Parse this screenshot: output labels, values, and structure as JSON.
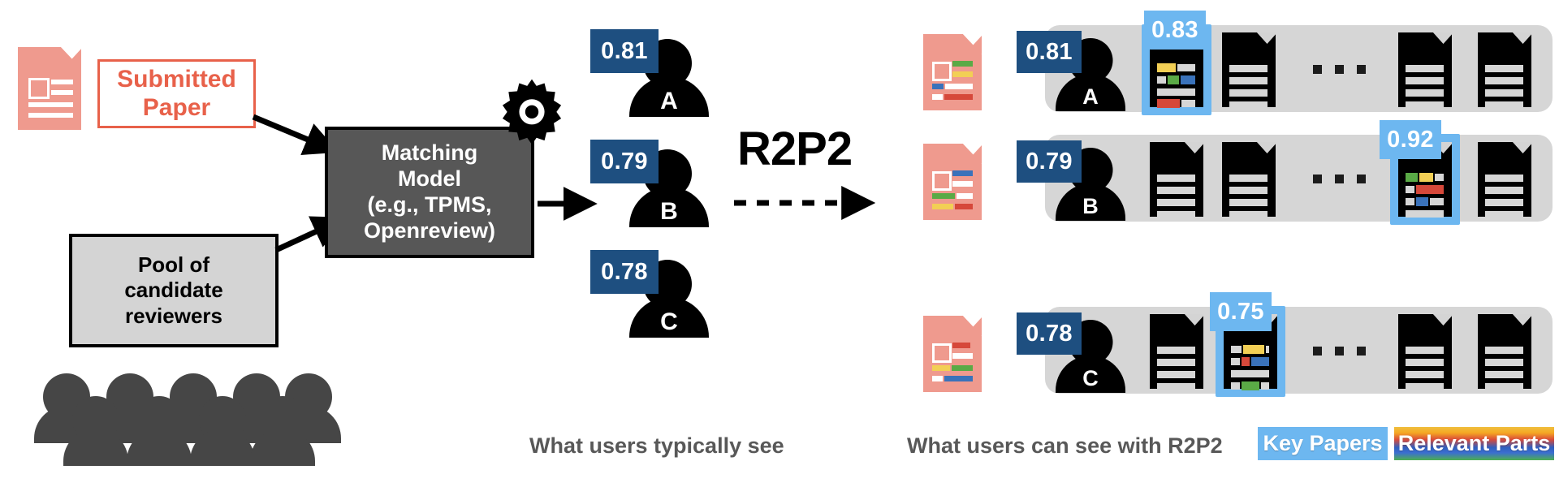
{
  "left": {
    "submitted_paper_label": "Submitted\nPaper",
    "submitted_paper_line1": "Submitted",
    "submitted_paper_line2": "Paper",
    "pool_line1": "Pool of",
    "pool_line2": "candidate",
    "pool_line3": "reviewers",
    "model_line1": "Matching",
    "model_line2": "Model",
    "model_line3": "(e.g., TPMS,",
    "model_line4": "Openreview)",
    "gear_icon": "gear-icon",
    "paper_icon": "document-icon",
    "crowd_icon": "crowd-of-people-icon"
  },
  "middle": {
    "caption": "What users typically see",
    "reviewers": [
      {
        "letter": "A",
        "score": "0.81"
      },
      {
        "letter": "B",
        "score": "0.79"
      },
      {
        "letter": "C",
        "score": "0.78"
      }
    ]
  },
  "transition": {
    "label": "R2P2",
    "arrow_icon": "dashed-arrow-right-icon"
  },
  "right": {
    "caption": "What users can see with R2P2",
    "rows": [
      {
        "reviewer_letter": "A",
        "match_score": "0.81",
        "key_paper_score": "0.83",
        "key_paper_index": 0,
        "paper_count": 4,
        "ellipsis": "...",
        "highlights": [
          {
            "color": "#f2cf55",
            "side": "left",
            "row": 0
          },
          {
            "color": "#5aaa46",
            "side": "mid",
            "row": 1
          },
          {
            "color": "#3a72ba",
            "side": "right",
            "row": 1
          },
          {
            "color": "#d6483a",
            "side": "left",
            "row": 3
          }
        ]
      },
      {
        "reviewer_letter": "B",
        "match_score": "0.79",
        "key_paper_score": "0.92",
        "key_paper_index": 2,
        "paper_count": 4,
        "ellipsis": "...",
        "highlights": [
          {
            "color": "#5aaa46",
            "side": "left",
            "row": 0
          },
          {
            "color": "#f2cf55",
            "side": "mid",
            "row": 0
          },
          {
            "color": "#d6483a",
            "side": "right",
            "row": 1
          },
          {
            "color": "#3a72ba",
            "side": "mid",
            "row": 2
          }
        ]
      },
      {
        "reviewer_letter": "C",
        "match_score": "0.78",
        "key_paper_score": "0.75",
        "key_paper_index": 1,
        "paper_count": 4,
        "ellipsis": "...",
        "highlights": [
          {
            "color": "#f2cf55",
            "side": "right",
            "row": 0
          },
          {
            "color": "#d6483a",
            "side": "mid",
            "row": 1
          },
          {
            "color": "#3a72ba",
            "side": "right",
            "row": 1
          },
          {
            "color": "#5aaa46",
            "side": "mid",
            "row": 3
          }
        ]
      }
    ]
  },
  "legend": {
    "key_papers": "Key Papers",
    "relevant_parts": "Relevant Parts"
  },
  "colors": {
    "pink_doc": "#ef9a8e",
    "submitted_border": "#e8614a",
    "model_fill": "#575757",
    "pool_fill": "#d4d4d4",
    "score_dark": "#1e4f80",
    "score_light": "#6db7f0",
    "panel_gray": "#d6d6d6",
    "caption_gray": "#585858",
    "crowd_gray": "#464646",
    "highlight_yellow": "#f2cf55",
    "highlight_green": "#5aaa46",
    "highlight_blue": "#3a72ba",
    "highlight_red": "#d6483a"
  }
}
